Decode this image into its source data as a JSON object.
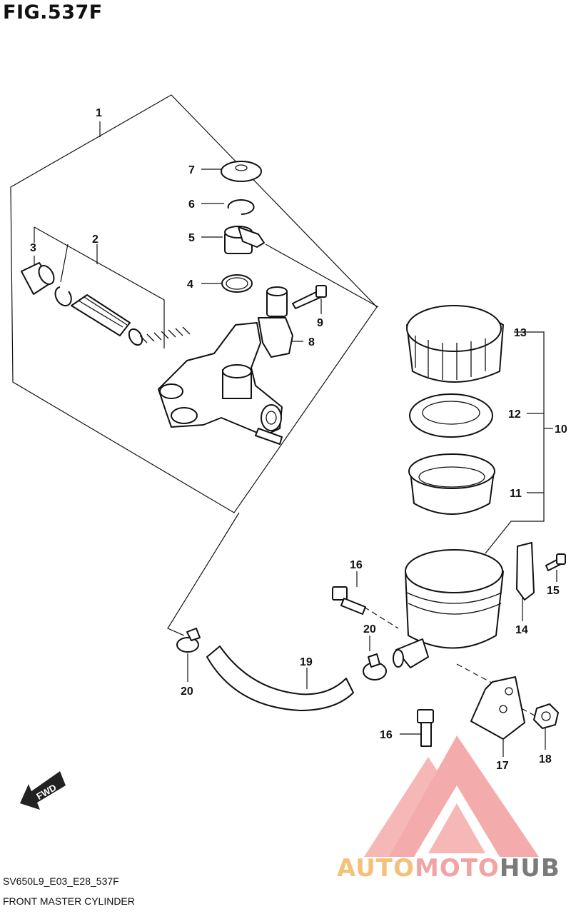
{
  "figure": {
    "title": "FIG.537F"
  },
  "footer": {
    "code": "SV650L9_E03_E28_537F",
    "name": "FRONT MASTER CYLINDER"
  },
  "watermark": {
    "part1": "AUTO",
    "part2": "MOTO",
    "part3": "HUB"
  },
  "fwd_arrow": {
    "label": "FWD"
  },
  "callouts": [
    "1",
    "2",
    "3",
    "4",
    "5",
    "6",
    "7",
    "8",
    "9",
    "10",
    "11",
    "12",
    "13",
    "14",
    "15",
    "16",
    "16",
    "17",
    "18",
    "19",
    "20",
    "20"
  ],
  "colors": {
    "line": "#111111",
    "watermark_red": "#f2a3a3",
    "watermark_orange": "#f3c17a",
    "watermark_gray": "#7a7a7a"
  }
}
